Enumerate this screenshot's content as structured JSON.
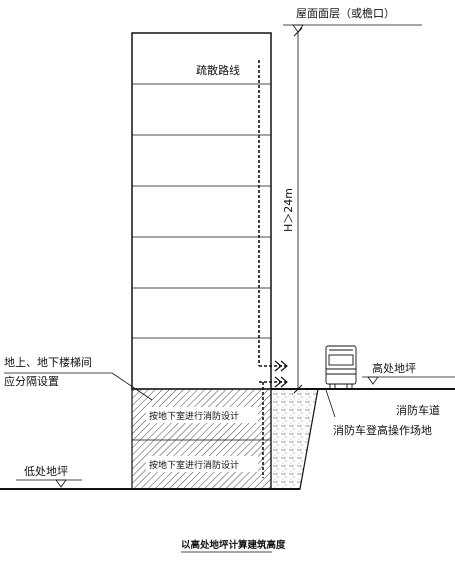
{
  "labels": {
    "roof_level": "屋面面层（或檐口）",
    "evacuation_route": "疏散路线",
    "height_annotation": "H＞24m",
    "stairs_line1": "地上、地下楼梯间",
    "stairs_line2": "应分隔设置",
    "high_ground": "高处地坪",
    "fire_lane": "消防车道",
    "fire_operation_area": "消防车登高操作场地",
    "low_ground": "低处地坪",
    "basement_note": "按地下室进行消防设计"
  },
  "caption": "以高处地坪计算建筑高度",
  "colors": {
    "line": "#111111",
    "hatch": "#444444",
    "background": "#ffffff"
  }
}
